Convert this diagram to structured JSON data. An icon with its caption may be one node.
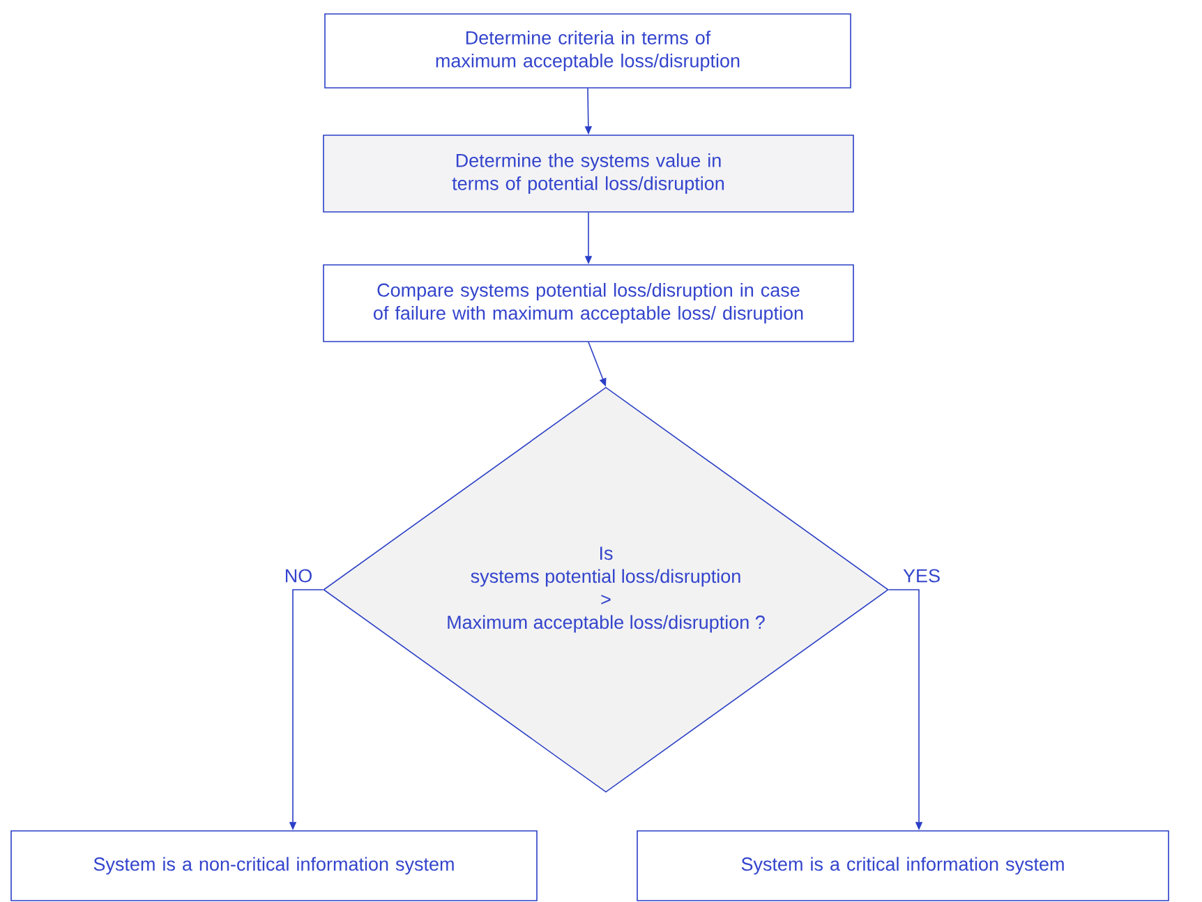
{
  "diagram": {
    "nodes": [
      {
        "text": [
          "Determine criteria in terms of maximum acceptable loss/disruption"
        ]
      },
      {
        "text": [
          "Determine the systems value in terms of potential loss/disruption"
        ]
      },
      {
        "text": [
          "Compare systems potential loss/disruption in case of failure  with maximum acceptable loss/ disruption"
        ]
      },
      {
        "text": [
          "Is",
          "systems potential loss/disruption",
          ">",
          "Maximum acceptable loss/disruption ?"
        ]
      },
      {
        "text": [
          "System is a non-critical information system"
        ]
      },
      {
        "text": [
          "System is a critical information system"
        ]
      }
    ],
    "edges": [
      {
        "from": 0,
        "to": 1,
        "arrow": "to"
      },
      {
        "from": 1,
        "to": 2,
        "arrow": "to"
      },
      {
        "from": 2,
        "to": 3,
        "arrow": "to"
      },
      {
        "from": 3,
        "to": 4,
        "arrow": "to",
        "label": "NO"
      },
      {
        "from": 3,
        "to": 5,
        "arrow": "to",
        "label": "YES"
      }
    ]
  }
}
